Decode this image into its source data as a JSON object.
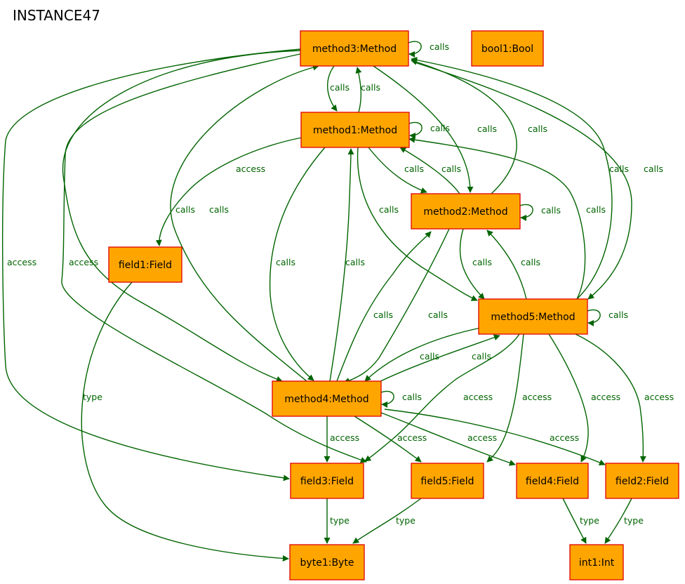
{
  "title": "INSTANCE47",
  "colors": {
    "node_fill": "#ffa500",
    "node_border": "#e00000",
    "edge": "#006400"
  },
  "nodes": [
    {
      "id": "method3",
      "label": "method3:Method"
    },
    {
      "id": "bool1",
      "label": "bool1:Bool"
    },
    {
      "id": "method1",
      "label": "method1:Method"
    },
    {
      "id": "method2",
      "label": "method2:Method"
    },
    {
      "id": "field1",
      "label": "field1:Field"
    },
    {
      "id": "method5",
      "label": "method5:Method"
    },
    {
      "id": "method4",
      "label": "method4:Method"
    },
    {
      "id": "field3",
      "label": "field3:Field"
    },
    {
      "id": "field5",
      "label": "field5:Field"
    },
    {
      "id": "field4",
      "label": "field4:Field"
    },
    {
      "id": "field2",
      "label": "field2:Field"
    },
    {
      "id": "byte1",
      "label": "byte1:Byte"
    },
    {
      "id": "int1",
      "label": "int1:Int"
    }
  ],
  "edges": [
    {
      "from": "method3",
      "to": "method3",
      "label": "calls"
    },
    {
      "from": "method3",
      "to": "method1",
      "label": "calls"
    },
    {
      "from": "method1",
      "to": "method3",
      "label": "calls"
    },
    {
      "from": "method3",
      "to": "method2",
      "label": "calls"
    },
    {
      "from": "method2",
      "to": "method3",
      "label": "calls"
    },
    {
      "from": "method3",
      "to": "method5",
      "label": "calls"
    },
    {
      "from": "method5",
      "to": "method3",
      "label": "calls"
    },
    {
      "from": "method3",
      "to": "method4",
      "label": "calls"
    },
    {
      "from": "method4",
      "to": "method3",
      "label": "calls"
    },
    {
      "from": "method3",
      "to": "field3",
      "label": "access"
    },
    {
      "from": "method3",
      "to": "field5",
      "label": "access"
    },
    {
      "from": "method1",
      "to": "method1",
      "label": "calls"
    },
    {
      "from": "method1",
      "to": "field1",
      "label": "access"
    },
    {
      "from": "method1",
      "to": "method2",
      "label": "calls"
    },
    {
      "from": "method2",
      "to": "method1",
      "label": "calls"
    },
    {
      "from": "method1",
      "to": "method5",
      "label": "calls"
    },
    {
      "from": "method5",
      "to": "method1",
      "label": "calls"
    },
    {
      "from": "method1",
      "to": "method4",
      "label": "calls"
    },
    {
      "from": "method4",
      "to": "method1",
      "label": "calls"
    },
    {
      "from": "method2",
      "to": "method2",
      "label": "calls"
    },
    {
      "from": "method2",
      "to": "method5",
      "label": "calls"
    },
    {
      "from": "method5",
      "to": "method2",
      "label": "calls"
    },
    {
      "from": "method2",
      "to": "method4",
      "label": "calls"
    },
    {
      "from": "method4",
      "to": "method2",
      "label": "calls"
    },
    {
      "from": "method5",
      "to": "method5",
      "label": "calls"
    },
    {
      "from": "method5",
      "to": "method4",
      "label": "calls"
    },
    {
      "from": "method4",
      "to": "method5",
      "label": "calls"
    },
    {
      "from": "method5",
      "to": "field3",
      "label": "access"
    },
    {
      "from": "method5",
      "to": "field5",
      "label": "access"
    },
    {
      "from": "method5",
      "to": "field4",
      "label": "access"
    },
    {
      "from": "method5",
      "to": "field2",
      "label": "access"
    },
    {
      "from": "method4",
      "to": "method4",
      "label": "calls"
    },
    {
      "from": "method4",
      "to": "field3",
      "label": "access"
    },
    {
      "from": "method4",
      "to": "field5",
      "label": "access"
    },
    {
      "from": "method4",
      "to": "field4",
      "label": "access"
    },
    {
      "from": "method4",
      "to": "field2",
      "label": "access"
    },
    {
      "from": "field1",
      "to": "byte1",
      "label": "type"
    },
    {
      "from": "field3",
      "to": "byte1",
      "label": "type"
    },
    {
      "from": "field5",
      "to": "byte1",
      "label": "type"
    },
    {
      "from": "field4",
      "to": "int1",
      "label": "type"
    },
    {
      "from": "field2",
      "to": "int1",
      "label": "type"
    }
  ]
}
